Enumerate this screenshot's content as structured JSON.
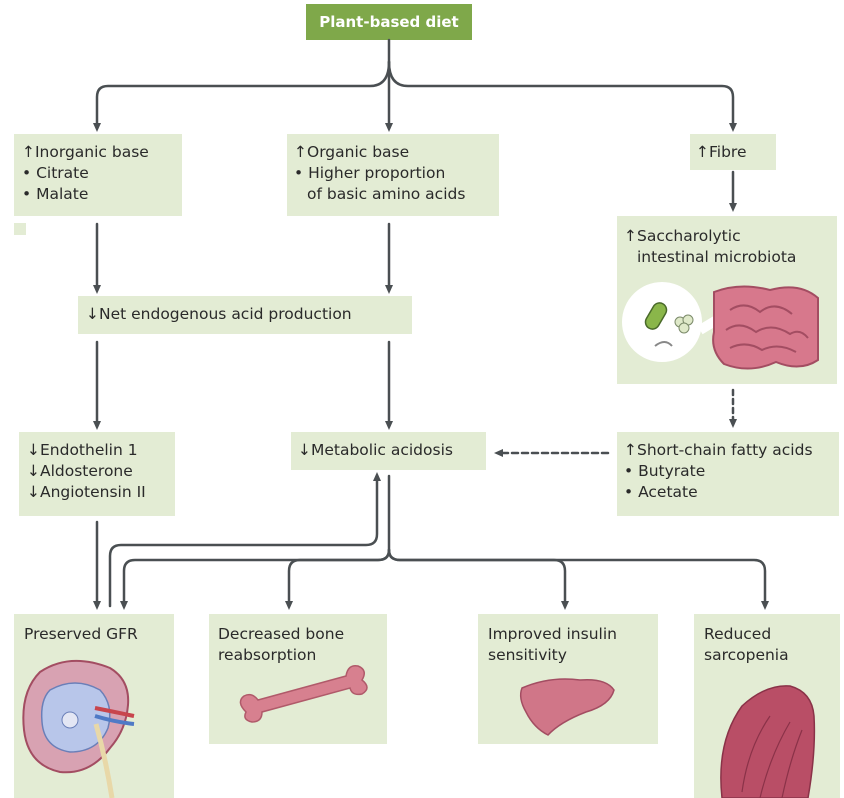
{
  "title": "Plant-based diet",
  "inorganic": {
    "line1": "↑Inorganic base",
    "line2": "• Citrate",
    "line3": "• Malate"
  },
  "organic": {
    "line1": "↑Organic base",
    "line2": "• Higher proportion",
    "line3": "of basic amino acids"
  },
  "fibre": {
    "label": "↑Fibre"
  },
  "microbiota": {
    "line1": "↑Saccharolytic",
    "line2": "intestinal microbiota"
  },
  "neap": {
    "label": "↓Net endogenous acid production"
  },
  "hormones": {
    "line1": "↓Endothelin 1",
    "line2": "↓Aldosterone",
    "line3": "↓Angiotensin II"
  },
  "acidosis": {
    "label": "↓Metabolic acidosis"
  },
  "scfa": {
    "line1": "↑Short-chain fatty acids",
    "line2": "• Butyrate",
    "line3": "• Acetate"
  },
  "outcomes": {
    "gfr": "Preserved GFR",
    "bone_line1": "Decreased bone",
    "bone_line2": "reabsorption",
    "insulin_line1": "Improved insulin",
    "insulin_line2": "sensitivity",
    "sarco_line1": "Reduced",
    "sarco_line2": "sarcopenia"
  },
  "colors": {
    "title_bg": "#7fa84a",
    "box_bg": "#e3ecd4",
    "arrow": "#4a4f52",
    "tissue": "#c86d7f"
  }
}
